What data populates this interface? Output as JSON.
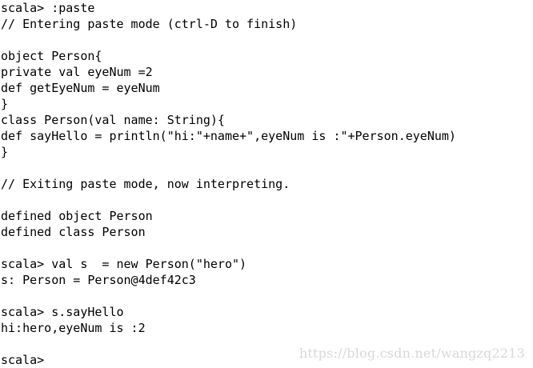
{
  "terminal": {
    "lines": [
      "scala> :paste",
      "// Entering paste mode (ctrl-D to finish)",
      "",
      "object Person{",
      "private val eyeNum =2",
      "def getEyeNum = eyeNum",
      "}",
      "class Person(val name: String){",
      "def sayHello = println(\"hi:\"+name+\",eyeNum is :\"+Person.eyeNum)",
      "}",
      "",
      "// Exiting paste mode, now interpreting.",
      "",
      "defined object Person",
      "defined class Person",
      "",
      "scala> val s  = new Person(\"hero\")",
      "s: Person = Person@4def42c3",
      "",
      "scala> s.sayHello",
      "hi:hero,eyeNum is :2",
      "",
      "scala>"
    ]
  },
  "watermark": {
    "text": "https://blog.csdn.net/wangzq2213"
  }
}
